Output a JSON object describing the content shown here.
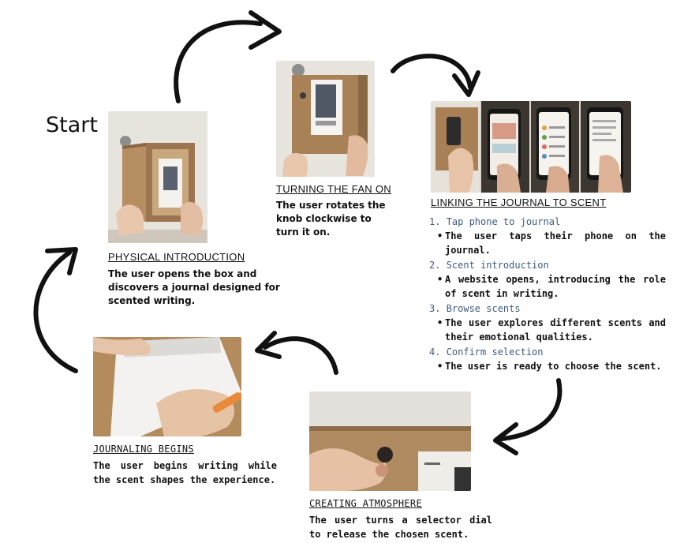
{
  "start_label": "Start",
  "steps": {
    "physical": {
      "title": "PHYSICAL INTRODUCTION",
      "desc": "The user opens the box and discovers a journal designed for scented writing."
    },
    "fan": {
      "title": "TURNING THE FAN ON",
      "desc": "The user rotates the knob clockwise to turn it on."
    },
    "linking": {
      "title": "LINKING THE JOURNAL TO SCENT",
      "items": [
        {
          "num": "1.",
          "head": "Tap phone to journal",
          "body": "The user taps their phone on the journal."
        },
        {
          "num": "2.",
          "head": "Scent introduction",
          "body": "A website opens, introducing the role of scent in writing."
        },
        {
          "num": "3.",
          "head": "Browse scents",
          "body": "The user explores different scents and their emotional qualities."
        },
        {
          "num": "4.",
          "head": "Confirm selection",
          "body": "The user is ready to choose the scent."
        }
      ]
    },
    "atmosphere": {
      "title": "CREATING ATMOSPHERE",
      "desc": "The user turns a selector dial to release the chosen scent."
    },
    "journaling": {
      "title": "JOURNALING BEGINS",
      "desc": "The user begins writing while the scent shapes the experience."
    }
  },
  "bullet_char": "•",
  "colors": {
    "arrow": "#111111",
    "subhead": "#3d5a80",
    "wood": "#b28a5c",
    "wall": "#e9e6df"
  }
}
